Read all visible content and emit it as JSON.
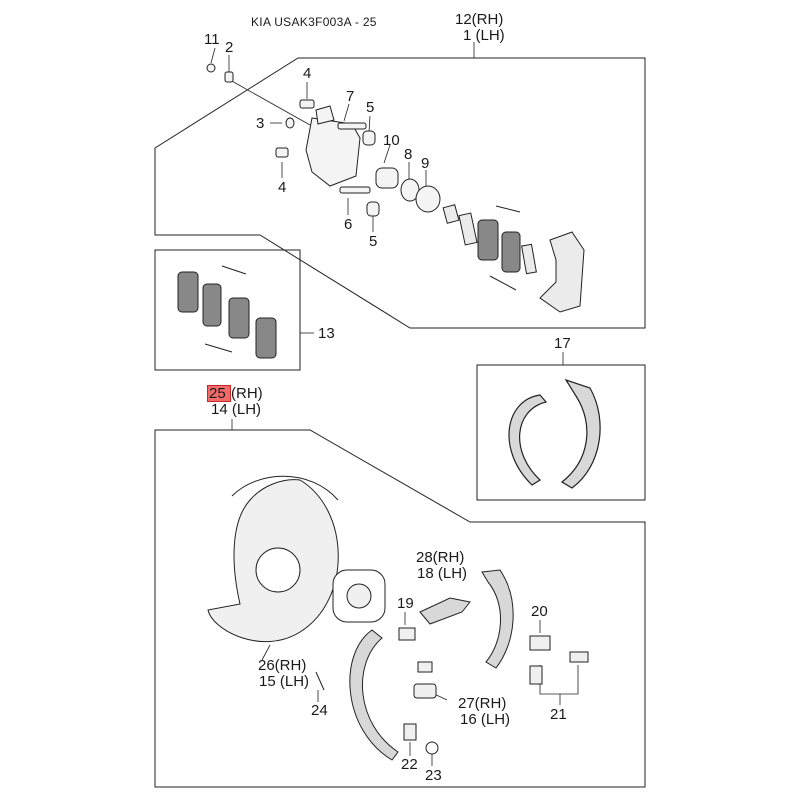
{
  "header": {
    "title": "KIA USAK3F003A - 25"
  },
  "highlight_ref": "25",
  "callouts": {
    "n11": "11",
    "n2": "2",
    "n4a": "4",
    "n7": "7",
    "n5a": "5",
    "n3": "3",
    "n10": "10",
    "n8": "8",
    "n9": "9",
    "n4b": "4",
    "n6": "6",
    "n5b": "5",
    "n13": "13",
    "n17": "17",
    "n19": "19",
    "n20": "20",
    "n21": "21",
    "n24": "24",
    "n22": "22",
    "n23": "23"
  },
  "paired_labels": {
    "caliper_assy": {
      "rh": "12(RH)",
      "lh": "1 (LH)"
    },
    "backing_plate_assy": {
      "rh_num": "25",
      "rh_suffix": "(RH)",
      "lh": "14 (LH)"
    },
    "shoe_lower": {
      "rh": "28(RH)",
      "lh": "18 (LH)"
    },
    "backing_plate": {
      "rh": "26(RH)",
      "lh": "15 (LH)"
    },
    "adjuster": {
      "rh": "27(RH)",
      "lh": "16 (LH)"
    }
  }
}
